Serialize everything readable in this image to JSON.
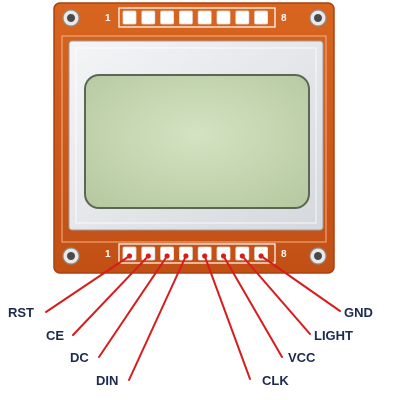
{
  "header_pins": {
    "first_label": "1",
    "last_label": "8"
  },
  "footer_pins": {
    "first_label": "1",
    "last_label": "8"
  },
  "signals": [
    {
      "name": "RST"
    },
    {
      "name": "CE"
    },
    {
      "name": "DC"
    },
    {
      "name": "DIN"
    },
    {
      "name": "CLK"
    },
    {
      "name": "VCC"
    },
    {
      "name": "LIGHT"
    },
    {
      "name": "GND"
    }
  ],
  "colors": {
    "pcb": "#cf5a1c",
    "pcb_edge": "#a9420f",
    "frame": "#e4e6ea",
    "screen": "#c9dbb5",
    "pin_box": "#ffffff",
    "wire": "#d71c1c",
    "label": "#1d2a4f"
  }
}
